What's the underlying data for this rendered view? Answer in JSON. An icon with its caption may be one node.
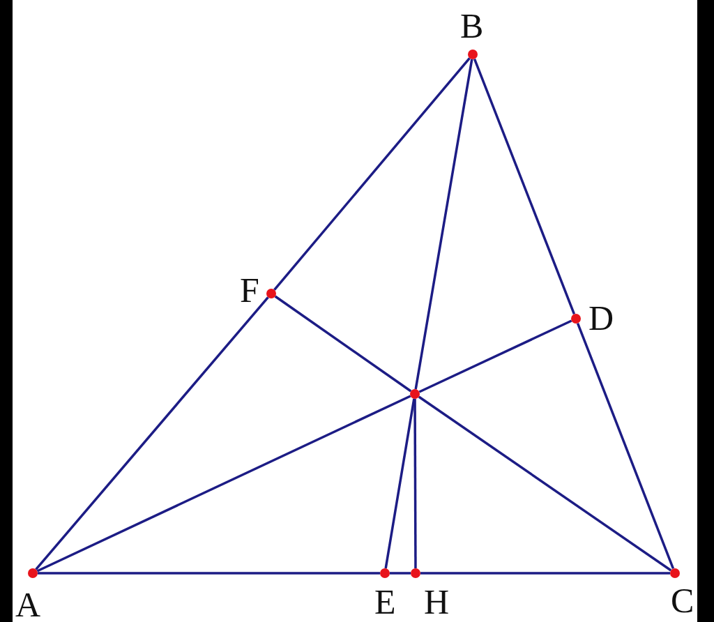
{
  "diagram": {
    "nodes": [
      {
        "text": [
          "B"
        ]
      },
      {
        "text": [
          "F"
        ]
      },
      {
        "text": [
          "D"
        ]
      },
      {
        "text": [],
        "shape": "circle"
      },
      {
        "text": [
          "A"
        ]
      },
      {
        "text": [
          "E"
        ]
      },
      {
        "text": [
          "H"
        ]
      },
      {
        "text": [
          "C"
        ]
      }
    ],
    "edges": [
      {
        "from": 4,
        "to": 1,
        "arrow": "none"
      },
      {
        "from": 1,
        "to": 0,
        "arrow": "none"
      },
      {
        "from": 0,
        "to": 2,
        "arrow": "none"
      },
      {
        "from": 2,
        "to": 7,
        "arrow": "none"
      },
      {
        "from": 4,
        "to": 5,
        "arrow": "none"
      },
      {
        "from": 5,
        "to": 6,
        "arrow": "none"
      },
      {
        "from": 6,
        "to": 7,
        "arrow": "none"
      },
      {
        "from": 4,
        "to": 3,
        "arrow": "none"
      },
      {
        "from": 3,
        "to": 2,
        "arrow": "none"
      },
      {
        "from": 7,
        "to": 3,
        "arrow": "none"
      },
      {
        "from": 3,
        "to": 1,
        "arrow": "none"
      },
      {
        "from": 0,
        "to": 3,
        "arrow": "none"
      },
      {
        "from": 3,
        "to": 5,
        "arrow": "none"
      },
      {
        "from": 3,
        "to": 6,
        "arrow": "none"
      }
    ]
  }
}
